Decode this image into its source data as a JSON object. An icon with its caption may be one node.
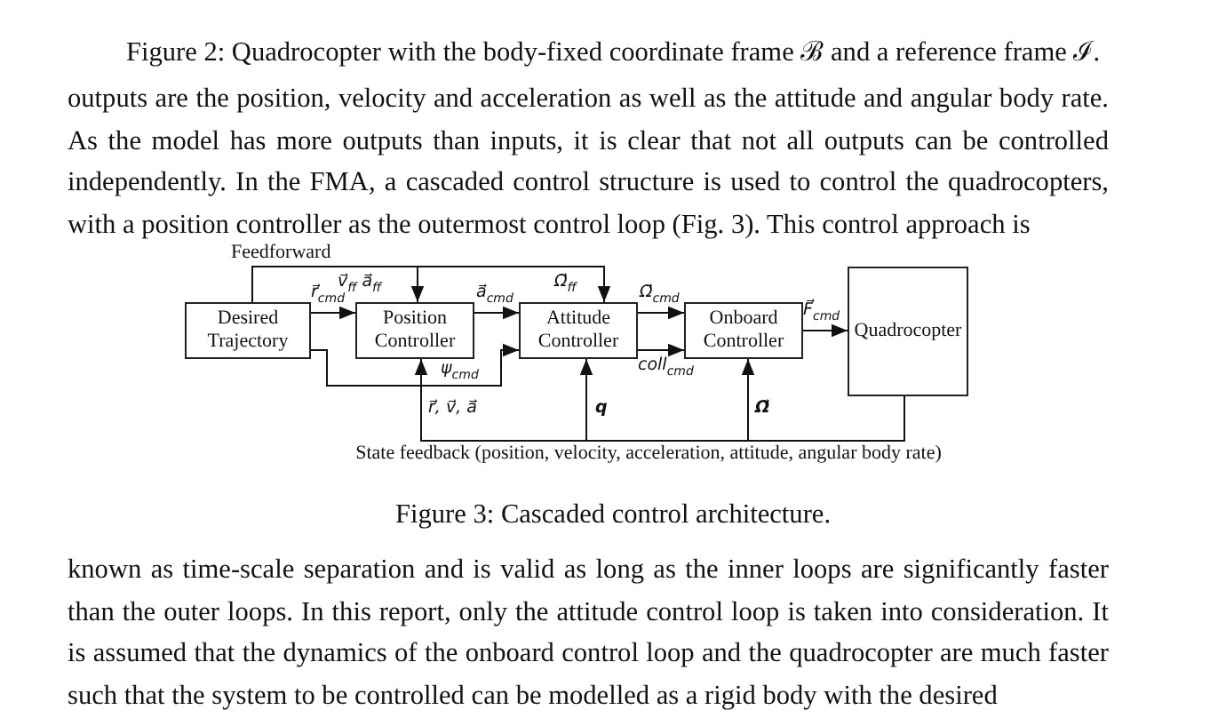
{
  "diagram": {
    "caption": "Figure 3: Cascaded control architecture.",
    "nodes": [
      {
        "text": [
          "Desired Trajectory"
        ]
      },
      {
        "text": [
          "Position Controller"
        ]
      },
      {
        "text": [
          "Attitude Controller"
        ]
      },
      {
        "text": [
          "Onboard Controller"
        ]
      },
      {
        "text": [
          "Quadrocopter"
        ]
      }
    ],
    "edges": [
      {
        "from": 0,
        "to": 1,
        "arrow": "to",
        "label": "r⃗$_{cmd}$"
      },
      {
        "from": 0,
        "to": 1,
        "arrow": "to",
        "label": "v⃗$_{ff}$ a⃗$_{ff}$"
      },
      {
        "from": 0,
        "to": 2,
        "arrow": "to",
        "label": "Ω⃗$_{ff}$"
      },
      {
        "from": 0,
        "to": 2,
        "arrow": "to",
        "label": "ψ$_{cmd}$"
      },
      {
        "from": 1,
        "to": 2,
        "arrow": "to",
        "label": "a⃗$_{cmd}$"
      },
      {
        "from": 2,
        "to": 3,
        "arrow": "to",
        "label": "Ω⃗$_{cmd}$"
      },
      {
        "from": 2,
        "to": 3,
        "arrow": "to",
        "label": "coll$_{cmd}$"
      },
      {
        "from": 3,
        "to": 4,
        "arrow": "to",
        "label": "F⃗$_{cmd}$"
      },
      {
        "from": 4,
        "to": 1,
        "arrow": "to",
        "label": "r⃗, v⃗, a⃗"
      },
      {
        "from": 4,
        "to": 2,
        "arrow": "to",
        "label": "q"
      },
      {
        "from": 4,
        "to": 3,
        "arrow": "to",
        "label": "Ω⃗"
      }
    ],
    "labels": [
      "Figure 2: Quadrocopter with the body-fixed coordinate frame ℬ and a reference frame ℐ.",
      "outputs are the position, velocity and acceleration as well as the attitude and angular body rate. As the model has more outputs than inputs, it is clear that not all outputs can be controlled independently. In the FMA, a cascaded control structure is used to control the quadrocopters, with a position controller as the outermost control loop (Fig. 3). This control approach is",
      "Feedforward",
      "State feedback (position, velocity, acceleration, attitude, angular body rate)",
      "known as time-scale separation and is valid as long as the inner loops are significantly faster than the outer loops. In this report, only the attitude control loop is taken into consideration. It is assumed that the dynamics of the onboard control loop and the quadrocopter are much faster such that the system to be controlled can be modelled as a rigid body with the desired"
    ]
  }
}
